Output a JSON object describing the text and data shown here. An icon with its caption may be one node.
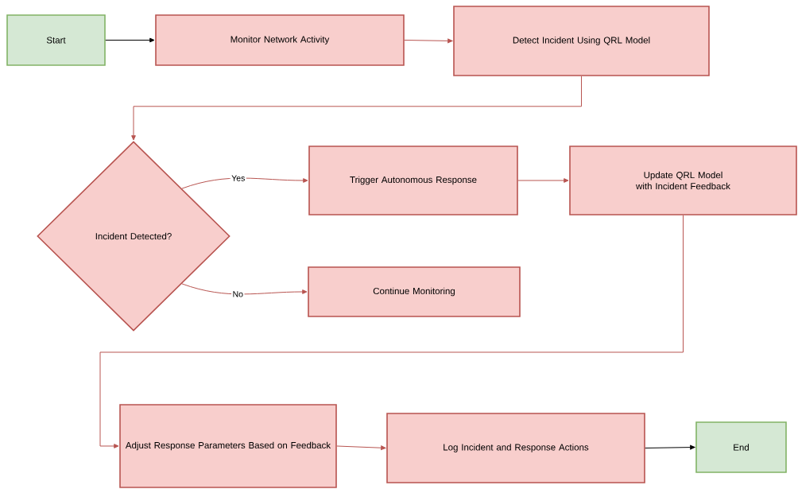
{
  "diagram": {
    "nodes": [
      {
        "text": [
          "Start"
        ]
      },
      {
        "text": [
          "Monitor Network Activity"
        ]
      },
      {
        "text": [
          "Detect Incident Using QRL Model"
        ]
      },
      {
        "text": [
          "Incident Detected?"
        ]
      },
      {
        "text": [
          "Trigger Autonomous Response"
        ]
      },
      {
        "text": [
          "Update QRL Model with Incident Feedback"
        ]
      },
      {
        "text": [
          "Continue Monitoring"
        ]
      },
      {
        "text": [
          "Adjust Response Parameters Based on Feedback"
        ]
      },
      {
        "text": [
          "Log Incident and Response Actions"
        ]
      },
      {
        "text": [
          "End"
        ]
      }
    ],
    "edges": [
      {
        "from": 0,
        "to": 1,
        "arrow": "to",
        "color": "#000000"
      },
      {
        "from": 1,
        "to": 2,
        "arrow": "to"
      },
      {
        "from": 2,
        "to": 3,
        "arrow": "to"
      },
      {
        "from": 3,
        "to": 4,
        "arrow": "to",
        "label": "Yes"
      },
      {
        "from": 4,
        "to": 5,
        "arrow": "to"
      },
      {
        "from": 3,
        "to": 6,
        "arrow": "to",
        "label": "No"
      },
      {
        "from": 5,
        "to": 7,
        "arrow": "to"
      },
      {
        "from": 7,
        "to": 8,
        "arrow": "to"
      },
      {
        "from": 8,
        "to": 9,
        "arrow": "to",
        "color": "#000000"
      }
    ]
  }
}
